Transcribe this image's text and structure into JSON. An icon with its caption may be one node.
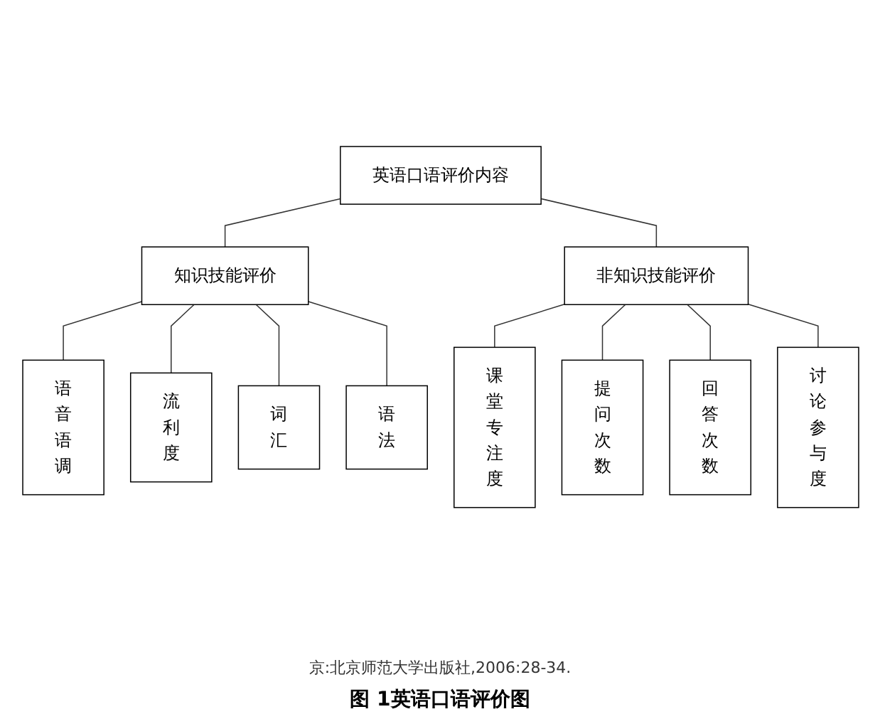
{
  "diagram": {
    "caption": "图 1英语口语评价图",
    "nodes": [
      {
        "text": [
          "英语口语评价内容"
        ]
      },
      {
        "text": [
          "知识技能评价"
        ]
      },
      {
        "text": [
          "非知识技能评价"
        ]
      },
      {
        "text": [
          "语音语调"
        ]
      },
      {
        "text": [
          "流利度"
        ]
      },
      {
        "text": [
          "词汇"
        ]
      },
      {
        "text": [
          "语法"
        ]
      },
      {
        "text": [
          "课堂专注度"
        ]
      },
      {
        "text": [
          "提问次数"
        ]
      },
      {
        "text": [
          "回答次数"
        ]
      },
      {
        "text": [
          "讨论参与度"
        ]
      }
    ],
    "edges": [
      {
        "from": 0,
        "to": 1,
        "arrow": "none"
      },
      {
        "from": 0,
        "to": 2,
        "arrow": "none"
      },
      {
        "from": 1,
        "to": 3,
        "arrow": "none"
      },
      {
        "from": 1,
        "to": 4,
        "arrow": "none"
      },
      {
        "from": 1,
        "to": 5,
        "arrow": "none"
      },
      {
        "from": 1,
        "to": 6,
        "arrow": "none"
      },
      {
        "from": 2,
        "to": 7,
        "arrow": "none"
      },
      {
        "from": 2,
        "to": 8,
        "arrow": "none"
      },
      {
        "from": 2,
        "to": 9,
        "arrow": "none"
      },
      {
        "from": 2,
        "to": 10,
        "arrow": "none"
      }
    ],
    "labels": [
      "京:北京师范大学出版社,2006:28-34."
    ]
  }
}
